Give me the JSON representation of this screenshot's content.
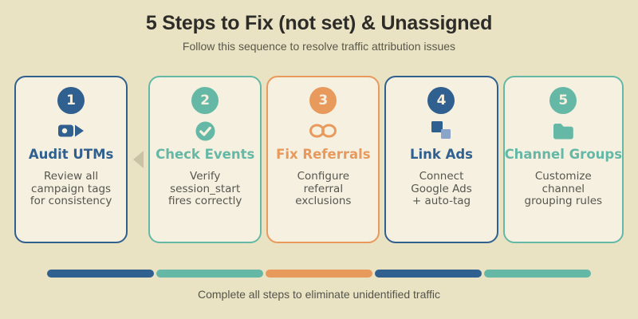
{
  "header": {
    "title": "5 Steps to Fix (not set) & Unassigned",
    "subtitle": "Follow this sequence to resolve traffic attribution issues"
  },
  "steps": [
    {
      "number": "1",
      "title": "Audit UTMs",
      "description": "Review all\ncampaign tags\nfor consistency",
      "icon": "tag-icon",
      "accent": "#30608f"
    },
    {
      "number": "2",
      "title": "Check Events",
      "description": "Verify\nsession_start\nfires correctly",
      "icon": "check-circle-icon",
      "accent": "#65b8a6"
    },
    {
      "number": "3",
      "title": "Fix Referrals",
      "description": "Configure\nreferral\nexclusions",
      "icon": "link-rings-icon",
      "accent": "#e8995c"
    },
    {
      "number": "4",
      "title": "Link Ads",
      "description": "Connect\nGoogle Ads\n+ auto-tag",
      "icon": "overlapping-squares-icon",
      "accent": "#30608f"
    },
    {
      "number": "5",
      "title": "Channel Groups",
      "description": "Customize\nchannel\ngrouping rules",
      "icon": "folder-icon",
      "accent": "#65b8a6"
    }
  ],
  "progress": {
    "segment_colors": [
      "#30608f",
      "#65b8a6",
      "#e8995c",
      "#30608f",
      "#65b8a6"
    ]
  },
  "footer": {
    "caption": "Complete all steps to eliminate unidentified traffic"
  },
  "colors": {
    "background": "#e9e3c4",
    "card_background": "#f6f0e0",
    "blue": "#30608f",
    "teal": "#65b8a6",
    "orange": "#e8995c",
    "light_blue": "#8ba4c9",
    "title_text": "#2d2c28",
    "body_text": "#55564e",
    "arrow": "#c9c2a4"
  }
}
